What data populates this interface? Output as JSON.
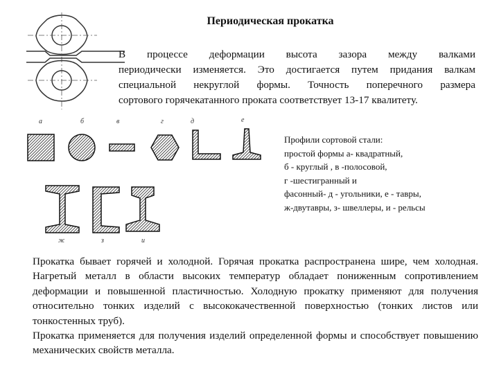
{
  "title": "Периодическая прокатка",
  "intro_lines": [
    "В процессе деформации высота зазора между валками",
    "периодически изменяется. Это достигается путем придания валкам",
    "специальной некруглой формы. Точность поперечного размера",
    "сортового горячекатанного проката соответствует 13-17 квалитету."
  ],
  "legend_lines": [
    "Профили сортовой стали:",
    "простой формы а- квадратный,",
    "б - круглый , в -полосовой,",
    "г -шестигранный  и",
    "фасонный- д - угольники, е - тавры,",
    "ж-двутавры, з- швеллеры, и - рельсы"
  ],
  "figure_labels": {
    "a": "а",
    "b": "б",
    "v": "в",
    "g": "г",
    "d": "д",
    "e": "е",
    "zh": "ж",
    "z": "з",
    "i": "и"
  },
  "body_paragraphs": [
    "Прокатка бывает горячей и холодной. Горячая прокатка распространена шире, чем холодная. Нагретый металл в области высоких температур обладает пониженным сопротивлением деформации и повышенной пластичностью. Холодную прокатку применяют для получения относительно тонких изделий с высококачественной поверхностью (тонких листов или тонкостенных труб).",
    "Прокатка применяется для получения изделий определенной формы и способствует повышению механических свойств металла."
  ]
}
